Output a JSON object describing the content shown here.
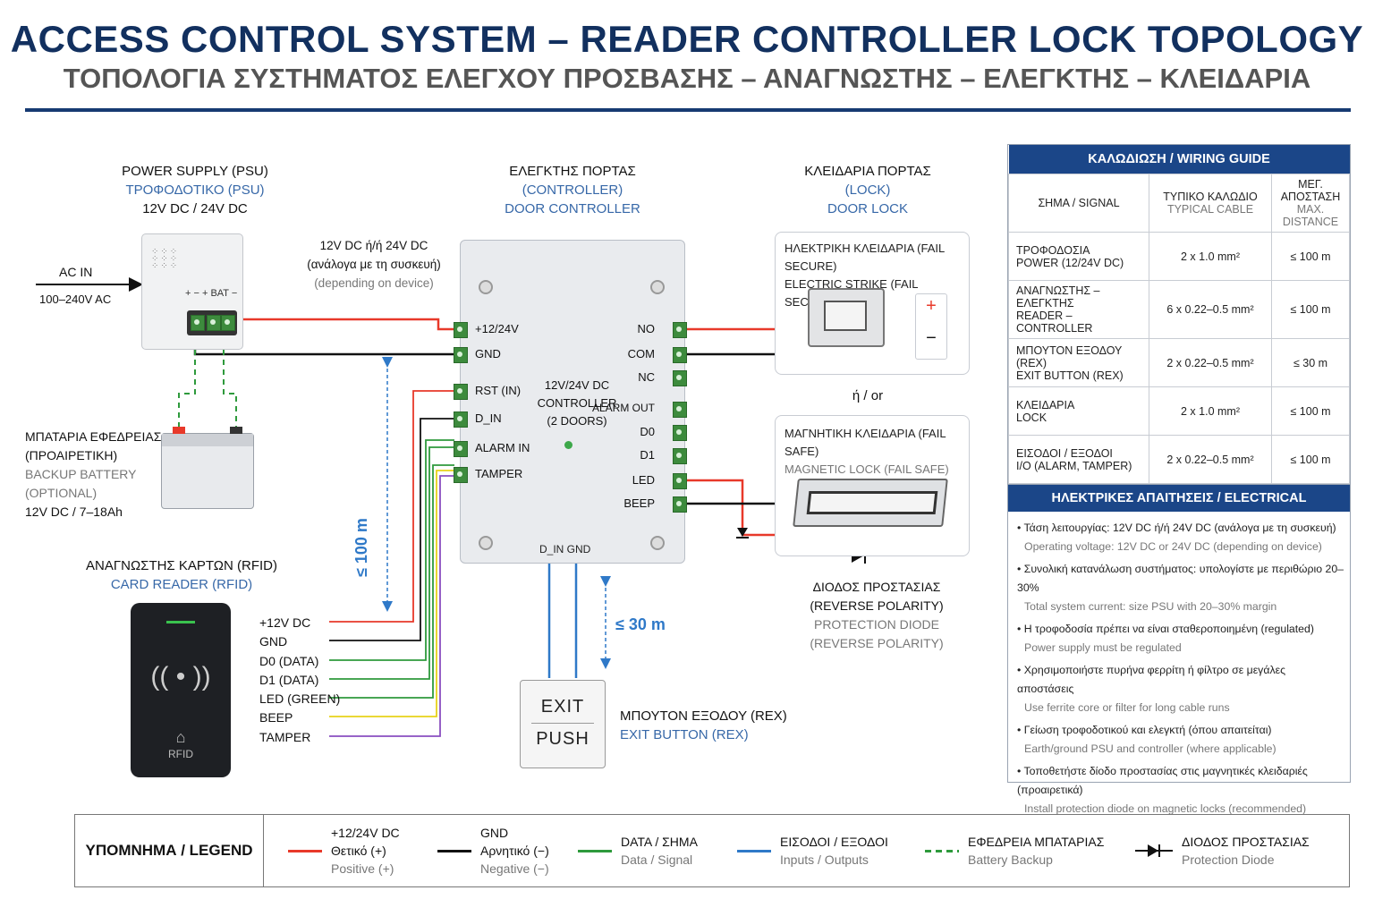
{
  "header": {
    "title": "ACCESS CONTROL SYSTEM – READER CONTROLLER LOCK TOPOLOGY",
    "subtitle": "ΤΟΠΟΛΟΓΙΑ ΣΥΣΤΗΜΑΤΟΣ ΕΛΕΓΧΟΥ ΠΡΟΣΒΑΣΗΣ – ΑΝΑΓΝΩΣΤΗΣ – ΕΛΕΓΚΤΗΣ – ΚΛΕΙΔΑΡΙΑ"
  },
  "psu": {
    "title": "POWER SUPPLY (PSU)",
    "title_gr": "ΤΡΟΦΟΔΟΤΙΚΟ (PSU)",
    "voltage": "12V DC / 24V DC",
    "ac_in": "AC IN",
    "ac_range": "100–240V AC",
    "terminal_label": "+ −  + BAT −"
  },
  "battery": {
    "line1": "ΜΠΑΤΑΡΙΑ ΕΦΕΔΡΕΙΑΣ",
    "line2": "(ΠΡΟΑΙΡΕΤΙΚΗ)",
    "line3": "BACKUP BATTERY",
    "line4": "(OPTIONAL)",
    "line5": "12V DC / 7–18Ah"
  },
  "power_note": {
    "line1": "12V DC ή/ή 24V DC",
    "line2": "(ανάλογα με τη συσκευή)",
    "line3": "(depending on device)"
  },
  "controller": {
    "title": "ΕΛΕΓΚΤΗΣ ΠΟΡΤΑΣ",
    "title2": "(CONTROLLER)",
    "title3": "DOOR CONTROLLER",
    "center1": "12V/24V DC",
    "center2": "CONTROLLER",
    "center3": "(2 DOORS)",
    "left_terminals": [
      "+12/24V",
      "GND",
      "RST (IN)",
      "D_IN",
      "ALARM IN",
      "TAMPER"
    ],
    "right_terminals": [
      "NO",
      "COM",
      "NC",
      "ALARM OUT",
      "D0",
      "D1",
      "LED",
      "BEEP"
    ],
    "bottom_terminals": "D_IN   GND"
  },
  "lock": {
    "title": "ΚΛΕΙΔΑΡΙΑ ΠΟΡΤΑΣ",
    "title2": "(LOCK)",
    "title3": "DOOR LOCK",
    "strike1": "ΗΛΕΚΤΡΙΚΗ ΚΛΕΙΔΑΡΙΑ (FAIL SECURE)",
    "strike2": "ELECTRIC STRIKE (FAIL SECURE)",
    "or": "ή / or",
    "mag1": "ΜΑΓΝΗΤΙΚΗ ΚΛΕΙΔΑΡΙΑ (FAIL SAFE)",
    "mag2": "MAGNETIC LOCK (FAIL SAFE)",
    "plus": "+",
    "minus": "−"
  },
  "diode": {
    "line1": "ΔΙΟΔΟΣ ΠΡΟΣΤΑΣΙΑΣ",
    "line2": "(REVERSE POLARITY)",
    "line3": "PROTECTION DIODE",
    "line4": "(REVERSE POLARITY)"
  },
  "reader": {
    "title": "ΑΝΑΓΝΩΣΤΗΣ ΚΑΡΤΩΝ (RFID)",
    "title2": "CARD READER (RFID)",
    "rfid": "RFID",
    "wires": [
      "+12V DC",
      "GND",
      "D0 (DATA)",
      "D1 (DATA)",
      "LED (GREEN)",
      "BEEP",
      "TAMPER"
    ],
    "wire_colors": [
      "#e8392a",
      "#111111",
      "#2e9a3c",
      "#2e9a3c",
      "#2e9a3c",
      "#e8d21a",
      "#8a4fc0"
    ],
    "distance": "≤ 100 m"
  },
  "exit_button": {
    "exit": "EXIT",
    "push": "PUSH",
    "title": "ΜΠΟΥΤΟΝ ΕΞΟΔΟΥ (REX)",
    "title2": "EXIT BUTTON (REX)",
    "distance": "≤ 30 m"
  },
  "wiring_guide": {
    "title": "ΚΑΛΩΔΙΩΣΗ / WIRING GUIDE",
    "col1": "ΣΗΜΑ / SIGNAL",
    "col2a": "ΤΥΠΙΚΟ ΚΑΛΩΔΙΟ",
    "col2b": "TYPICAL CABLE",
    "col3a": "ΜΕΓ. ΑΠΟΣΤΑΣΗ",
    "col3b": "MAX. DISTANCE",
    "rows": [
      {
        "gr": "ΤΡΟΦΟΔΟΣΙΑ",
        "en": "POWER (12/24V DC)",
        "cable": "2 x 1.0 mm²",
        "dist": "≤ 100 m"
      },
      {
        "gr": "ΑΝΑΓΝΩΣΤΗΣ – ΕΛΕΓΚΤΗΣ",
        "en": "READER – CONTROLLER",
        "cable": "6 x 0.22–0.5 mm²",
        "dist": "≤ 100 m"
      },
      {
        "gr": "ΜΠΟΥΤΟΝ ΕΞΟΔΟΥ (REX)",
        "en": "EXIT BUTTON (REX)",
        "cable": "2 x 0.22–0.5 mm²",
        "dist": "≤ 30 m"
      },
      {
        "gr": "ΚΛΕΙΔΑΡΙΑ",
        "en": "LOCK",
        "cable": "2 x 1.0 mm²",
        "dist": "≤ 100 m"
      },
      {
        "gr": "ΕΙΣΟΔΟΙ / ΕΞΟΔΟΙ",
        "en": "I/O (ALARM, TAMPER)",
        "cable": "2 x 0.22–0.5 mm²",
        "dist": "≤ 100 m"
      }
    ]
  },
  "requirements": {
    "title": "ΗΛΕΚΤΡΙΚΕΣ ΑΠΑΙΤΗΣΕΙΣ / ELECTRICAL REQUIREMENTS",
    "items": [
      {
        "gr": "Τάση λειτουργίας: 12V DC ή/ή 24V DC (ανάλογα με τη συσκευή)",
        "en": "Operating voltage: 12V DC or 24V DC (depending on device)"
      },
      {
        "gr": "Συνολική κατανάλωση συστήματος: υπολογίστε με περιθώριο 20–30%",
        "en": "Total system current: size PSU with 20–30% margin"
      },
      {
        "gr": "Η τροφοδοσία πρέπει να είναι σταθεροποιημένη (regulated)",
        "en": "Power supply must be regulated"
      },
      {
        "gr": "Χρησιμοποιήστε πυρήνα φερρίτη ή φίλτρο σε μεγάλες αποστάσεις",
        "en": "Use ferrite core or filter for long cable runs"
      },
      {
        "gr": "Γείωση τροφοδοτικού και ελεγκτή (όπου απαιτείται)",
        "en": "Earth/ground PSU and controller (where applicable)"
      },
      {
        "gr": "Τοποθετήστε δίοδο προστασίας στις μαγνητικές κλειδαριές (προαιρετικά)",
        "en": "Install protection diode on magnetic locks (recommended)"
      }
    ]
  },
  "legend": {
    "title": "ΥΠΟΜΝΗΜΑ / LEGEND",
    "items": [
      {
        "a": "+12/24V DC",
        "b": "Θετικό (+)",
        "c": "Positive (+)",
        "color": "#e8392a",
        "style": "solid"
      },
      {
        "a": "GND",
        "b": "Αρνητικό (−)",
        "c": "Negative (−)",
        "color": "#111111",
        "style": "solid"
      },
      {
        "a": "DATA / ΣΗΜΑ",
        "b": "Data / Signal",
        "c": "",
        "color": "#2e9a3c",
        "style": "solid"
      },
      {
        "a": "ΕΙΣΟΔΟΙ / ΕΞΟΔΟΙ",
        "b": "Inputs / Outputs",
        "c": "",
        "color": "#2f79c8",
        "style": "solid"
      },
      {
        "a": "ΕΦΕΔΡΕΙΑ ΜΠΑΤΑΡΙΑΣ",
        "b": "Battery Backup",
        "c": "",
        "color": "#2e9a3c",
        "style": "dashed"
      },
      {
        "a": "ΔΙΟΔΟΣ ΠΡΟΣΤΑΣΙΑΣ",
        "b": "Protection Diode",
        "c": "",
        "color": "#111111",
        "style": "diode"
      }
    ]
  }
}
